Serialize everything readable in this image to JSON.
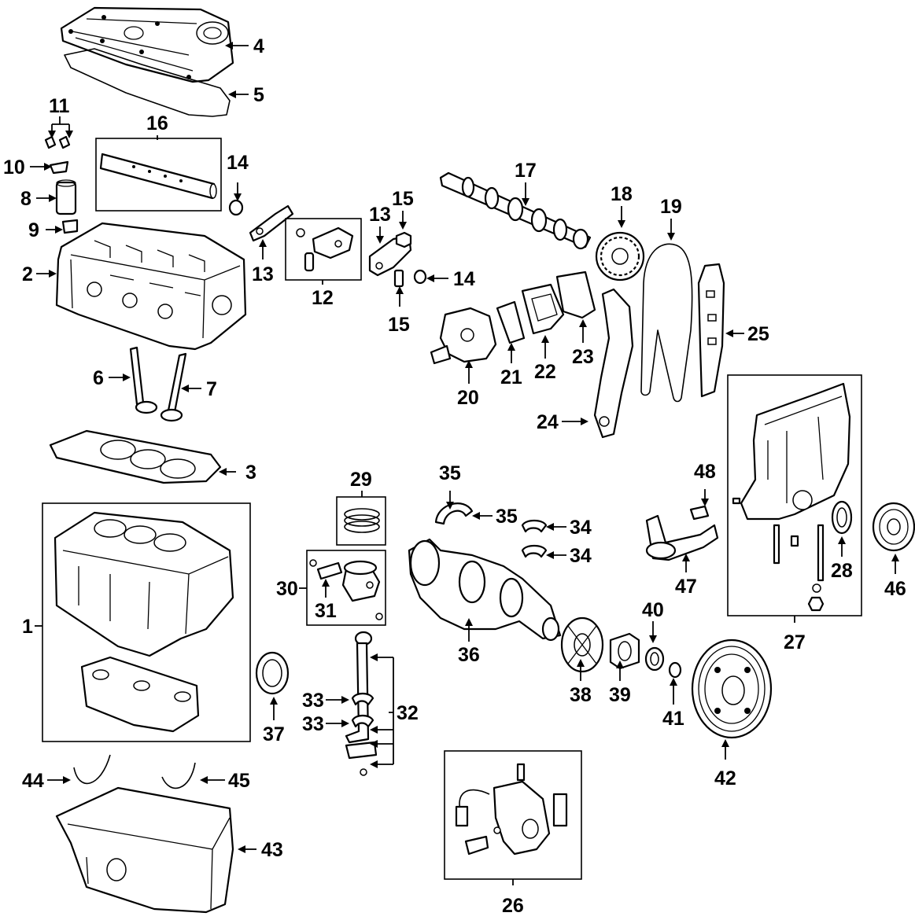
{
  "diagram": {
    "callouts": [
      {
        "id": "p4",
        "label": "4"
      },
      {
        "id": "p5",
        "label": "5"
      },
      {
        "id": "p11",
        "label": "11"
      },
      {
        "id": "p16",
        "label": "16"
      },
      {
        "id": "p10",
        "label": "10"
      },
      {
        "id": "p14a",
        "label": "14"
      },
      {
        "id": "p8",
        "label": "8"
      },
      {
        "id": "p9",
        "label": "9"
      },
      {
        "id": "p2",
        "label": "2"
      },
      {
        "id": "p13a",
        "label": "13"
      },
      {
        "id": "p12",
        "label": "12"
      },
      {
        "id": "p13b",
        "label": "13"
      },
      {
        "id": "p15a",
        "label": "15"
      },
      {
        "id": "p14b",
        "label": "14"
      },
      {
        "id": "p15b",
        "label": "15"
      },
      {
        "id": "p17",
        "label": "17"
      },
      {
        "id": "p18",
        "label": "18"
      },
      {
        "id": "p19",
        "label": "19"
      },
      {
        "id": "p25",
        "label": "25"
      },
      {
        "id": "p20",
        "label": "20"
      },
      {
        "id": "p21",
        "label": "21"
      },
      {
        "id": "p22",
        "label": "22"
      },
      {
        "id": "p23",
        "label": "23"
      },
      {
        "id": "p24",
        "label": "24"
      },
      {
        "id": "p6",
        "label": "6"
      },
      {
        "id": "p7",
        "label": "7"
      },
      {
        "id": "p3",
        "label": "3"
      },
      {
        "id": "p1",
        "label": "1"
      },
      {
        "id": "p29",
        "label": "29"
      },
      {
        "id": "p30",
        "label": "30"
      },
      {
        "id": "p31",
        "label": "31"
      },
      {
        "id": "p35a",
        "label": "35"
      },
      {
        "id": "p35b",
        "label": "35"
      },
      {
        "id": "p34a",
        "label": "34"
      },
      {
        "id": "p34b",
        "label": "34"
      },
      {
        "id": "p36",
        "label": "36"
      },
      {
        "id": "p48",
        "label": "48"
      },
      {
        "id": "p47",
        "label": "47"
      },
      {
        "id": "p27",
        "label": "27"
      },
      {
        "id": "p28",
        "label": "28"
      },
      {
        "id": "p46",
        "label": "46"
      },
      {
        "id": "p37",
        "label": "37"
      },
      {
        "id": "p33a",
        "label": "33"
      },
      {
        "id": "p33b",
        "label": "33"
      },
      {
        "id": "p32",
        "label": "32"
      },
      {
        "id": "p38",
        "label": "38"
      },
      {
        "id": "p39",
        "label": "39"
      },
      {
        "id": "p40",
        "label": "40"
      },
      {
        "id": "p41",
        "label": "41"
      },
      {
        "id": "p42",
        "label": "42"
      },
      {
        "id": "p44",
        "label": "44"
      },
      {
        "id": "p45",
        "label": "45"
      },
      {
        "id": "p43",
        "label": "43"
      },
      {
        "id": "p26",
        "label": "26"
      }
    ]
  }
}
